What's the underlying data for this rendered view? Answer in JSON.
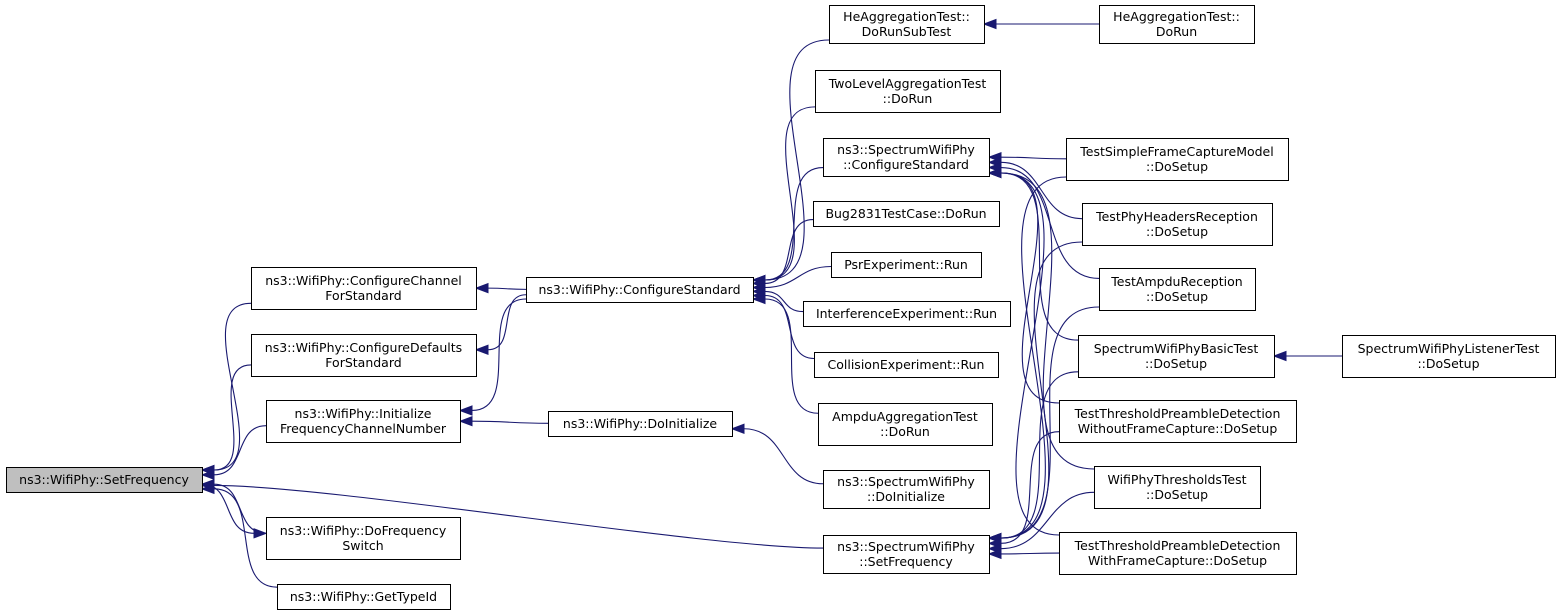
{
  "nodes": {
    "setfreq": {
      "lines": [
        "ns3::WifiPhy::SetFrequency"
      ],
      "root": true
    },
    "cfgchan": {
      "lines": [
        "ns3::WifiPhy::ConfigureChannel",
        "ForStandard"
      ]
    },
    "cfgdef": {
      "lines": [
        "ns3::WifiPhy::ConfigureDefaults",
        "ForStandard"
      ]
    },
    "initfreq": {
      "lines": [
        "ns3::WifiPhy::Initialize",
        "FrequencyChannelNumber"
      ]
    },
    "dofreqsw": {
      "lines": [
        "ns3::WifiPhy::DoFrequency",
        "Switch"
      ]
    },
    "gettype": {
      "lines": [
        "ns3::WifiPhy::GetTypeId"
      ]
    },
    "cfgstd": {
      "lines": [
        "ns3::WifiPhy::ConfigureStandard"
      ]
    },
    "doinit": {
      "lines": [
        "ns3::WifiPhy::DoInitialize"
      ]
    },
    "heaggsub": {
      "lines": [
        "HeAggregationTest::",
        "DoRunSubTest"
      ]
    },
    "twolevel": {
      "lines": [
        "TwoLevelAggregationTest",
        "::DoRun"
      ]
    },
    "spcfgstd": {
      "lines": [
        "ns3::SpectrumWifiPhy",
        "::ConfigureStandard"
      ]
    },
    "bug2831": {
      "lines": [
        "Bug2831TestCase::DoRun"
      ]
    },
    "psrexp": {
      "lines": [
        "PsrExperiment::Run"
      ]
    },
    "interfexp": {
      "lines": [
        "InterferenceExperiment::Run"
      ]
    },
    "collexp": {
      "lines": [
        "CollisionExperiment::Run"
      ]
    },
    "ampduagg": {
      "lines": [
        "AmpduAggregationTest",
        "::DoRun"
      ]
    },
    "spdoinit": {
      "lines": [
        "ns3::SpectrumWifiPhy",
        "::DoInitialize"
      ]
    },
    "spsetfreq": {
      "lines": [
        "ns3::SpectrumWifiPhy",
        "::SetFrequency"
      ]
    },
    "heaggrun": {
      "lines": [
        "HeAggregationTest::",
        "DoRun"
      ]
    },
    "simplecap": {
      "lines": [
        "TestSimpleFrameCaptureModel",
        "::DoSetup"
      ]
    },
    "phyhdr": {
      "lines": [
        "TestPhyHeadersReception",
        "::DoSetup"
      ]
    },
    "ampdurx": {
      "lines": [
        "TestAmpduReception",
        "::DoSetup"
      ]
    },
    "spbasic": {
      "lines": [
        "SpectrumWifiPhyBasicTest",
        "::DoSetup"
      ]
    },
    "threshwo": {
      "lines": [
        "TestThresholdPreambleDetection",
        "WithoutFrameCapture::DoSetup"
      ]
    },
    "phythresh": {
      "lines": [
        "WifiPhyThresholdsTest",
        "::DoSetup"
      ]
    },
    "threshw": {
      "lines": [
        "TestThresholdPreambleDetection",
        "WithFrameCapture::DoSetup"
      ]
    },
    "splistener": {
      "lines": [
        "SpectrumWifiPhyListenerTest",
        "::DoSetup"
      ]
    }
  },
  "edges": [
    [
      "setfreq",
      "cfgchan"
    ],
    [
      "setfreq",
      "cfgdef"
    ],
    [
      "setfreq",
      "initfreq"
    ],
    [
      "setfreq",
      "dofreqsw"
    ],
    [
      "setfreq",
      "gettype"
    ],
    [
      "setfreq",
      "spsetfreq"
    ],
    [
      "dofreqsw",
      "setfreq"
    ],
    [
      "cfgchan",
      "cfgstd"
    ],
    [
      "cfgdef",
      "cfgstd"
    ],
    [
      "initfreq",
      "cfgstd"
    ],
    [
      "initfreq",
      "doinit"
    ],
    [
      "doinit",
      "spdoinit"
    ],
    [
      "cfgstd",
      "heaggsub"
    ],
    [
      "cfgstd",
      "twolevel"
    ],
    [
      "cfgstd",
      "spcfgstd"
    ],
    [
      "cfgstd",
      "bug2831"
    ],
    [
      "cfgstd",
      "psrexp"
    ],
    [
      "cfgstd",
      "interfexp"
    ],
    [
      "cfgstd",
      "collexp"
    ],
    [
      "cfgstd",
      "ampduagg"
    ],
    [
      "heaggsub",
      "heaggrun"
    ],
    [
      "spcfgstd",
      "simplecap"
    ],
    [
      "spcfgstd",
      "phyhdr"
    ],
    [
      "spcfgstd",
      "ampdurx"
    ],
    [
      "spcfgstd",
      "spbasic"
    ],
    [
      "spcfgstd",
      "threshwo"
    ],
    [
      "spcfgstd",
      "phythresh"
    ],
    [
      "spcfgstd",
      "threshw"
    ],
    [
      "spsetfreq",
      "simplecap"
    ],
    [
      "spsetfreq",
      "phyhdr"
    ],
    [
      "spsetfreq",
      "ampdurx"
    ],
    [
      "spsetfreq",
      "spbasic"
    ],
    [
      "spsetfreq",
      "threshwo"
    ],
    [
      "spsetfreq",
      "phythresh"
    ],
    [
      "spsetfreq",
      "threshw"
    ],
    [
      "spbasic",
      "splistener"
    ]
  ]
}
